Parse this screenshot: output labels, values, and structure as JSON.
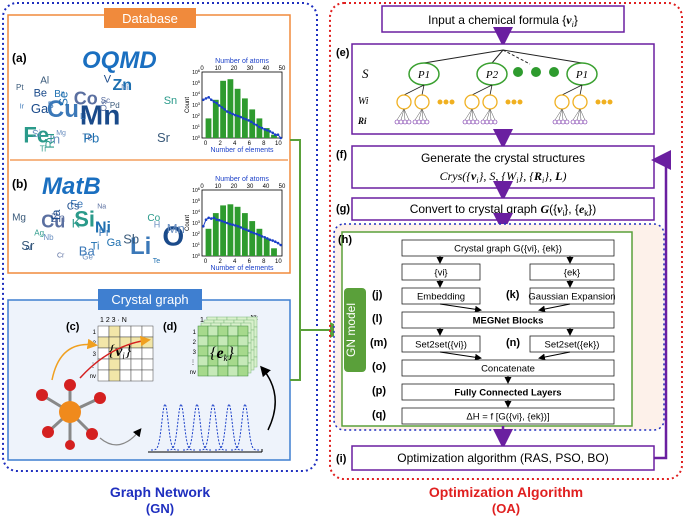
{
  "gn": {
    "database_title": "Database",
    "panel_a": {
      "letter": "(a)",
      "name": "OQMD"
    },
    "panel_b": {
      "letter": "(b)",
      "name": "MatB"
    },
    "hist_top_label": "Number of atoms",
    "hist_bottom_label": "Number of elements",
    "hist_ylabel": "Count",
    "wordcloud_a": [
      "Mn",
      "Cu",
      "Fe",
      "Co",
      "Zn",
      "Ni",
      "Al",
      "Ga",
      "Li",
      "Ti",
      "Sc",
      "Se",
      "In",
      "Pd",
      "Be",
      "Ir",
      "Sn",
      "Te",
      "Br",
      "Mg",
      "Sr",
      "V",
      "B",
      "Ru",
      "Os",
      "Pb",
      "Si",
      "Pt"
    ],
    "wordcloud_b": [
      "O",
      "Li",
      "Si",
      "Cu",
      "Ni",
      "Mn",
      "Mg",
      "Al",
      "Fe",
      "Co",
      "Zn",
      "Ga",
      "Ge",
      "Sb",
      "Cs",
      "Ba",
      "Ag",
      "Cr",
      "Ti",
      "Nb",
      "Sr",
      "Ta",
      "Pr",
      "K",
      "Na",
      "Te",
      "H"
    ],
    "crystal_graph_title": "Crystal graph",
    "panel_c": {
      "letter": "(c)",
      "cols": "1 2 3 · N",
      "rows": [
        "1",
        "2",
        "3",
        "⋮",
        "nv"
      ],
      "label": "{vi}"
    },
    "panel_d": {
      "letter": "(d)",
      "cols": "1 2 3 · nv",
      "rows": [
        "1",
        "2",
        "3",
        "⋮",
        "nv"
      ],
      "label": "{ek}",
      "depth_label": "Nk"
    },
    "bottom_title": "Graph Network",
    "bottom_sub": "(GN)"
  },
  "oa": {
    "input": "Input a chemical formula {vi}",
    "e_letter": "(e)",
    "tree": {
      "root": "S",
      "nodes": [
        "P1",
        "P2",
        "P1"
      ],
      "w": "Wi",
      "r": "Ri"
    },
    "f_letter": "(f)",
    "f_line1": "Generate the crystal structures",
    "f_line2": "Crys({vi}, S, {Wi}, {Ri}, L)",
    "g_letter": "(g)",
    "g_text": "Convert to crystal graph G({vi}, {ek})",
    "h_letter": "(h)",
    "gn_model": "GN model",
    "h_crystal": "Crystal graph G({vi}, {ek})",
    "h_vi": "{vi}",
    "h_ek": "{ek}",
    "j_letter": "(j)",
    "j_text": "Embedding",
    "k_letter": "(k)",
    "k_text": "Gaussian Expansion",
    "l_letter": "(l)",
    "l_text": "MEGNet Blocks",
    "m_letter": "(m)",
    "m_text": "Set2set({vi})",
    "n_letter": "(n)",
    "n_text": "Set2set({ek})",
    "o_letter": "(o)",
    "o_text": "Concatenate",
    "p_letter": "(p)",
    "p_text": "Fully Connected Layers",
    "q_letter": "(q)",
    "q_text": "ΔH = f [G({vi}, {ek})]",
    "i_letter": "(i)",
    "i_text": "Optimization algorithm (RAS, PSO, BO)",
    "bottom_title": "Optimization Algorithm",
    "bottom_sub": "(OA)"
  },
  "colors": {
    "gn_border": "#1f2fbf",
    "oa_border": "#e02020",
    "database": "#f08a3c",
    "crystal_graph": "#3f7fd0",
    "purple": "#6a1fa0",
    "green": "#5aa03a",
    "bar_green": "#2e9b2e",
    "line_blue": "#1a3fc8"
  },
  "chart_data": [
    {
      "type": "bar",
      "title": "",
      "xlabel": "Number of elements",
      "ylabel": "Count",
      "x2label": "Number of atoms",
      "categories": [
        1,
        2,
        3,
        4,
        5,
        6,
        7,
        8,
        9,
        10
      ],
      "values": [
        60,
        3000,
        160000,
        220000,
        30000,
        4000,
        400,
        60,
        8,
        2
      ],
      "ylog": true,
      "ylim": [
        1,
        1000000
      ],
      "atoms_curve": [
        3000,
        4000,
        5000,
        3000,
        2000,
        1500,
        900,
        600,
        400,
        250,
        200,
        150,
        120,
        100,
        80,
        60,
        50,
        40,
        30,
        20,
        15,
        10,
        8,
        6,
        5,
        4,
        3,
        2,
        2,
        1
      ]
    },
    {
      "type": "bar",
      "title": "",
      "xlabel": "Number of elements",
      "ylabel": "Count",
      "x2label": "Number of atoms",
      "categories": [
        1,
        2,
        3,
        4,
        5,
        6,
        7,
        8,
        9,
        10
      ],
      "values": [
        300,
        8000,
        40000,
        50000,
        30000,
        8000,
        1500,
        300,
        40,
        5
      ],
      "ylog": true,
      "ylim": [
        1,
        1000000
      ],
      "atoms_curve": [
        500,
        2000,
        3000,
        2500,
        3000,
        2000,
        1800,
        1500,
        1200,
        1000,
        800,
        700,
        600,
        500,
        400,
        300,
        250,
        200,
        150,
        120,
        100,
        80,
        60,
        50,
        40,
        30,
        25,
        20,
        15,
        10
      ]
    }
  ]
}
